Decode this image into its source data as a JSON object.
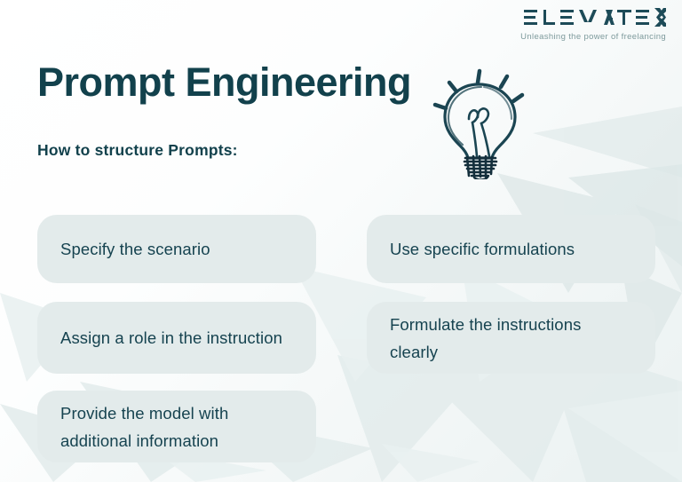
{
  "brand": {
    "logo_text": "ELEVATE",
    "logo_mark": "X",
    "tagline": "Unleashing the power of freelancing",
    "logo_color": "#1d4b58",
    "tagline_color": "#7d9a9c"
  },
  "header": {
    "title": "Prompt Engineering",
    "subtitle": "How to structure Prompts:",
    "title_color": "#12414c"
  },
  "illustration": {
    "icon": "lightbulb-icon",
    "stroke_color": "#1b4552"
  },
  "theme": {
    "background": "#f4f8f8",
    "card_background": "#e3ebeb",
    "card_text_color": "#164350",
    "decor_color": "#dfeaea"
  },
  "content": {
    "left_column": [
      {
        "text": "Specify the scenario"
      },
      {
        "text": "Assign a role in the instruction"
      },
      {
        "text": "Provide the model with additional information"
      }
    ],
    "right_column": [
      {
        "text": "Use specific formulations"
      },
      {
        "text": "Formulate the instructions clearly"
      }
    ]
  }
}
